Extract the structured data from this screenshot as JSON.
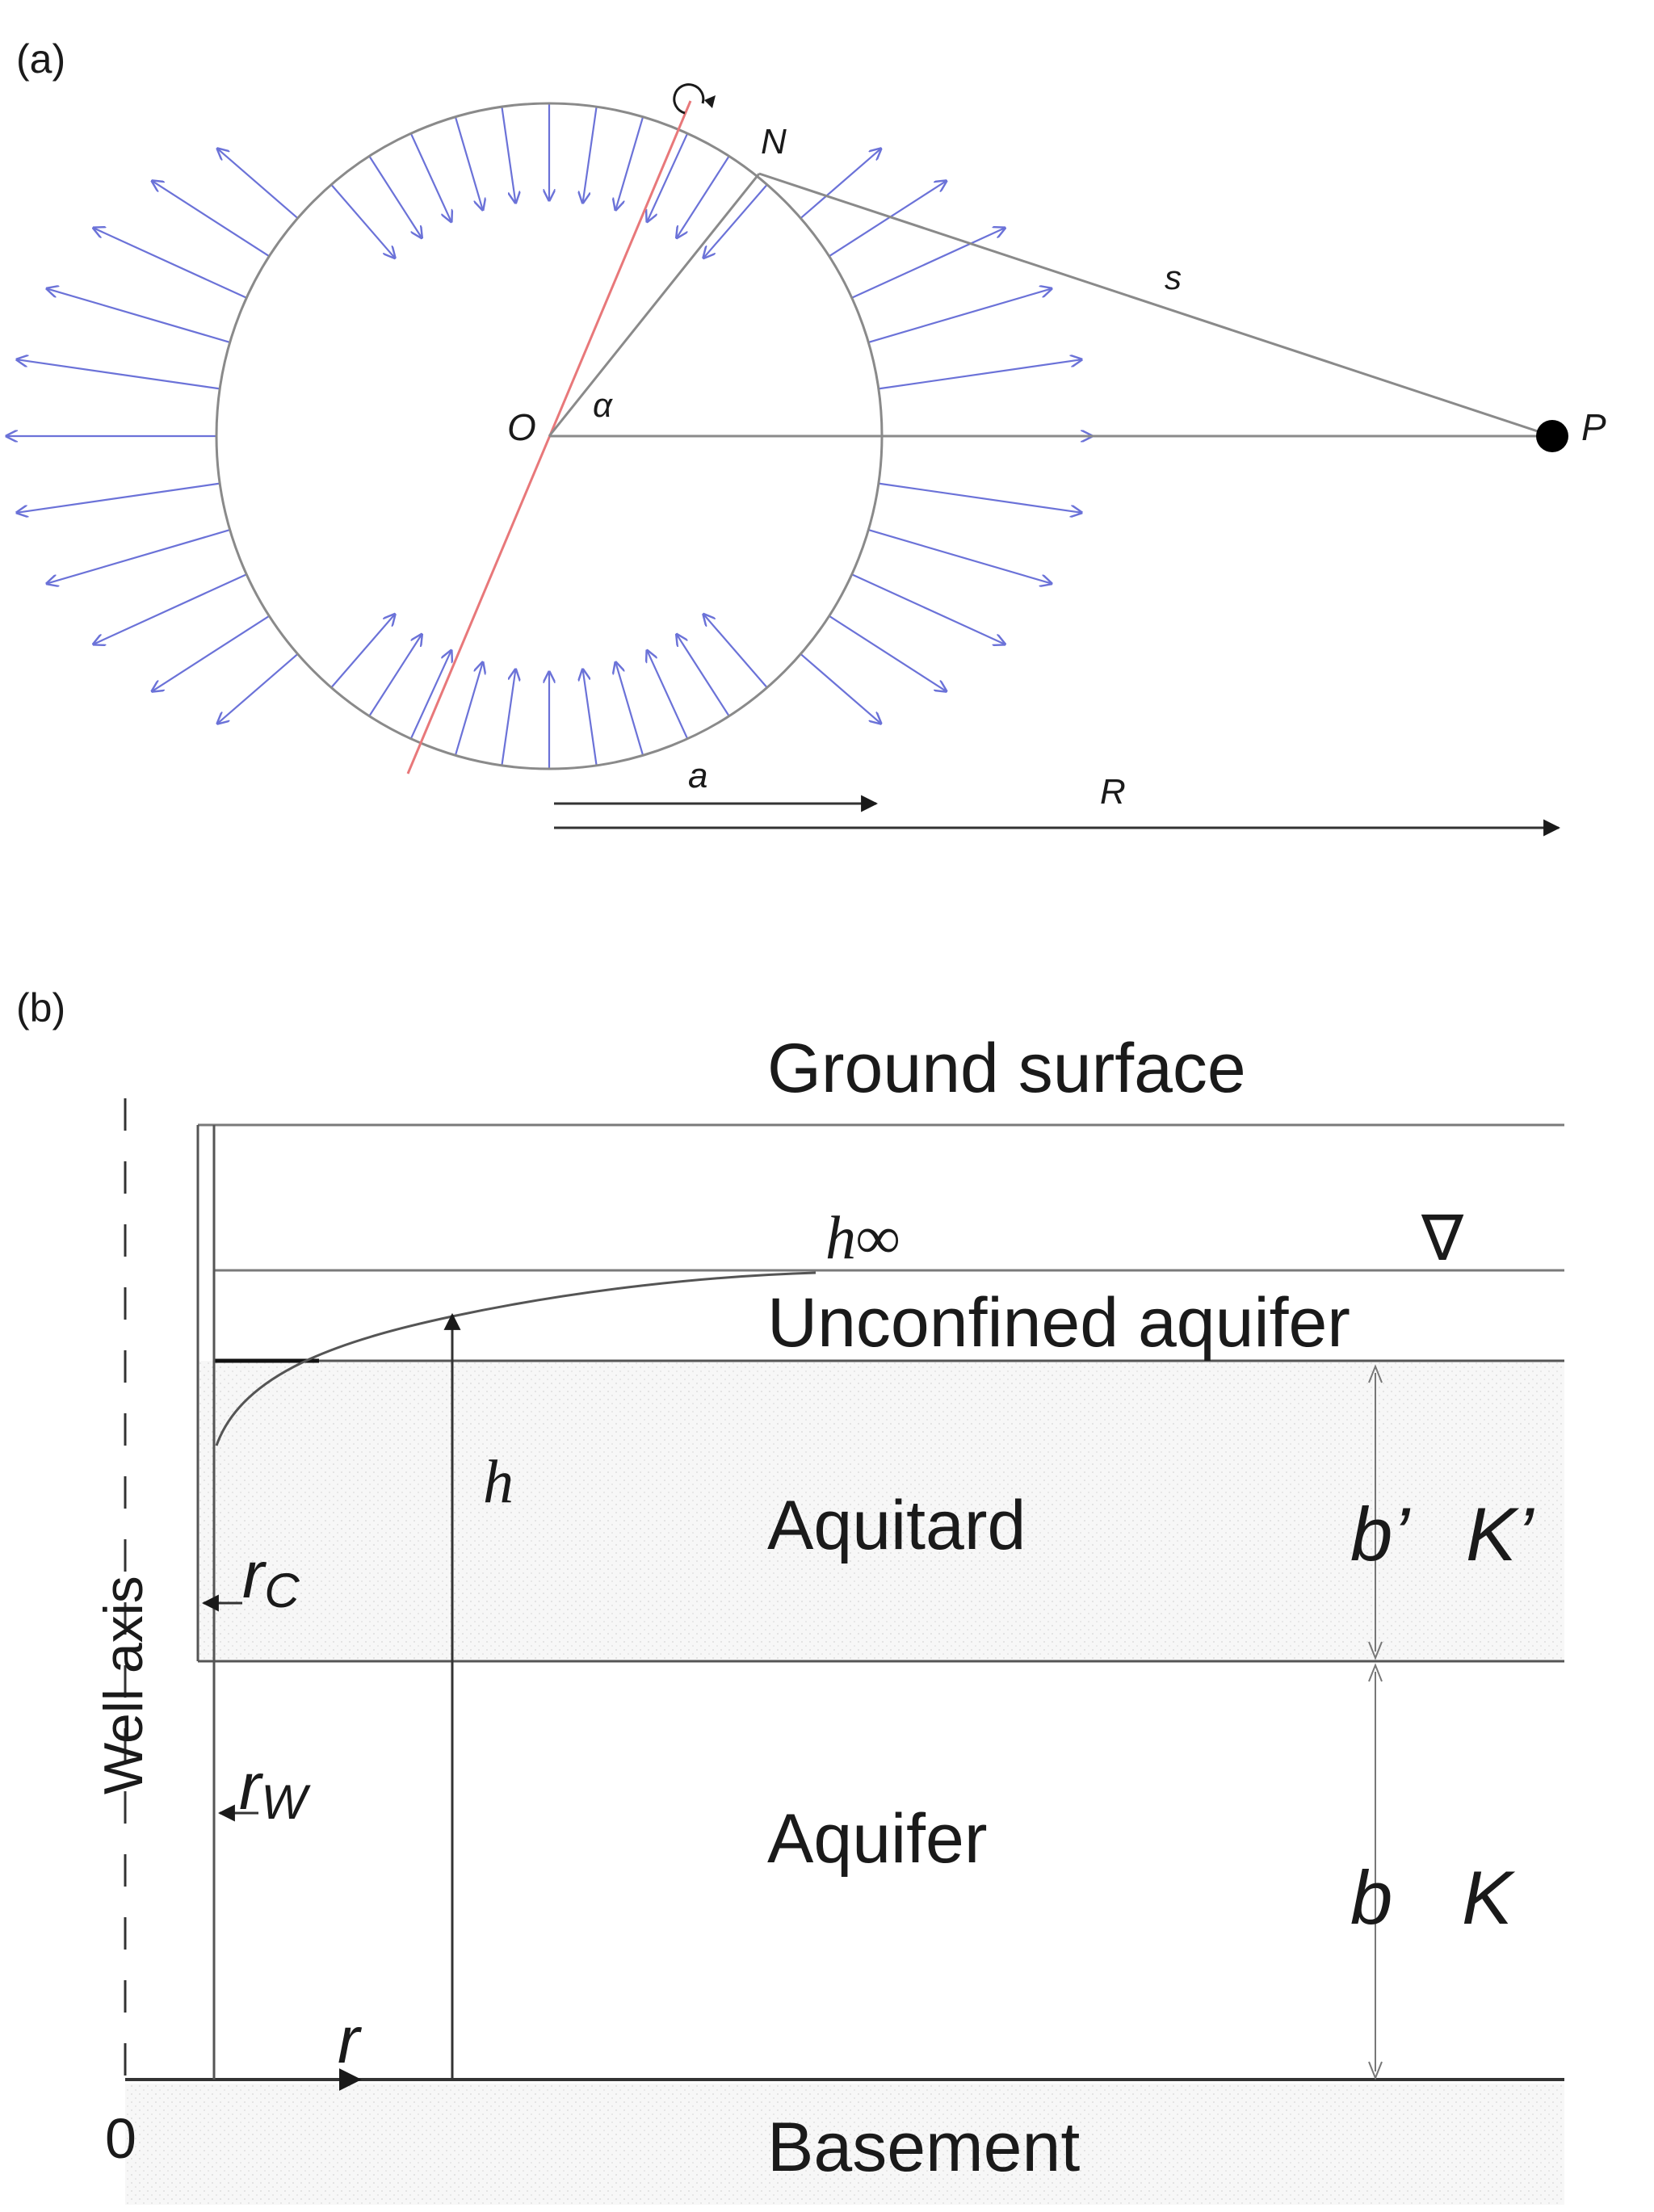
{
  "panel_a": {
    "tag": "(a)",
    "labels": {
      "N": "N",
      "O": "O",
      "alpha": "α",
      "s": "s",
      "P": "P",
      "a": "a",
      "R": "R"
    },
    "colors": {
      "circle": "#8a8a8a",
      "arrows": "#6b72d8",
      "axis": "#e8787a",
      "lines": "#8a8a8a"
    }
  },
  "panel_b": {
    "tag": "(b)",
    "layers": {
      "ground_surface": "Ground surface",
      "unconfined_aquifer": "Unconfined aquifer",
      "aquitard": "Aquitard",
      "aquifer": "Aquifer",
      "basement": "Basement"
    },
    "symbols": {
      "h_inf": "h∞",
      "water_table": "∇",
      "h": "h",
      "b_prime": "b’",
      "K_prime": "K’",
      "b": "b",
      "K": "K",
      "rc": "rC",
      "rw": "rW",
      "r": "r",
      "origin": "0",
      "well_axis": "Well axis"
    },
    "colors": {
      "lines": "#7a7a7a",
      "fill_dots": "#ececec"
    }
  }
}
